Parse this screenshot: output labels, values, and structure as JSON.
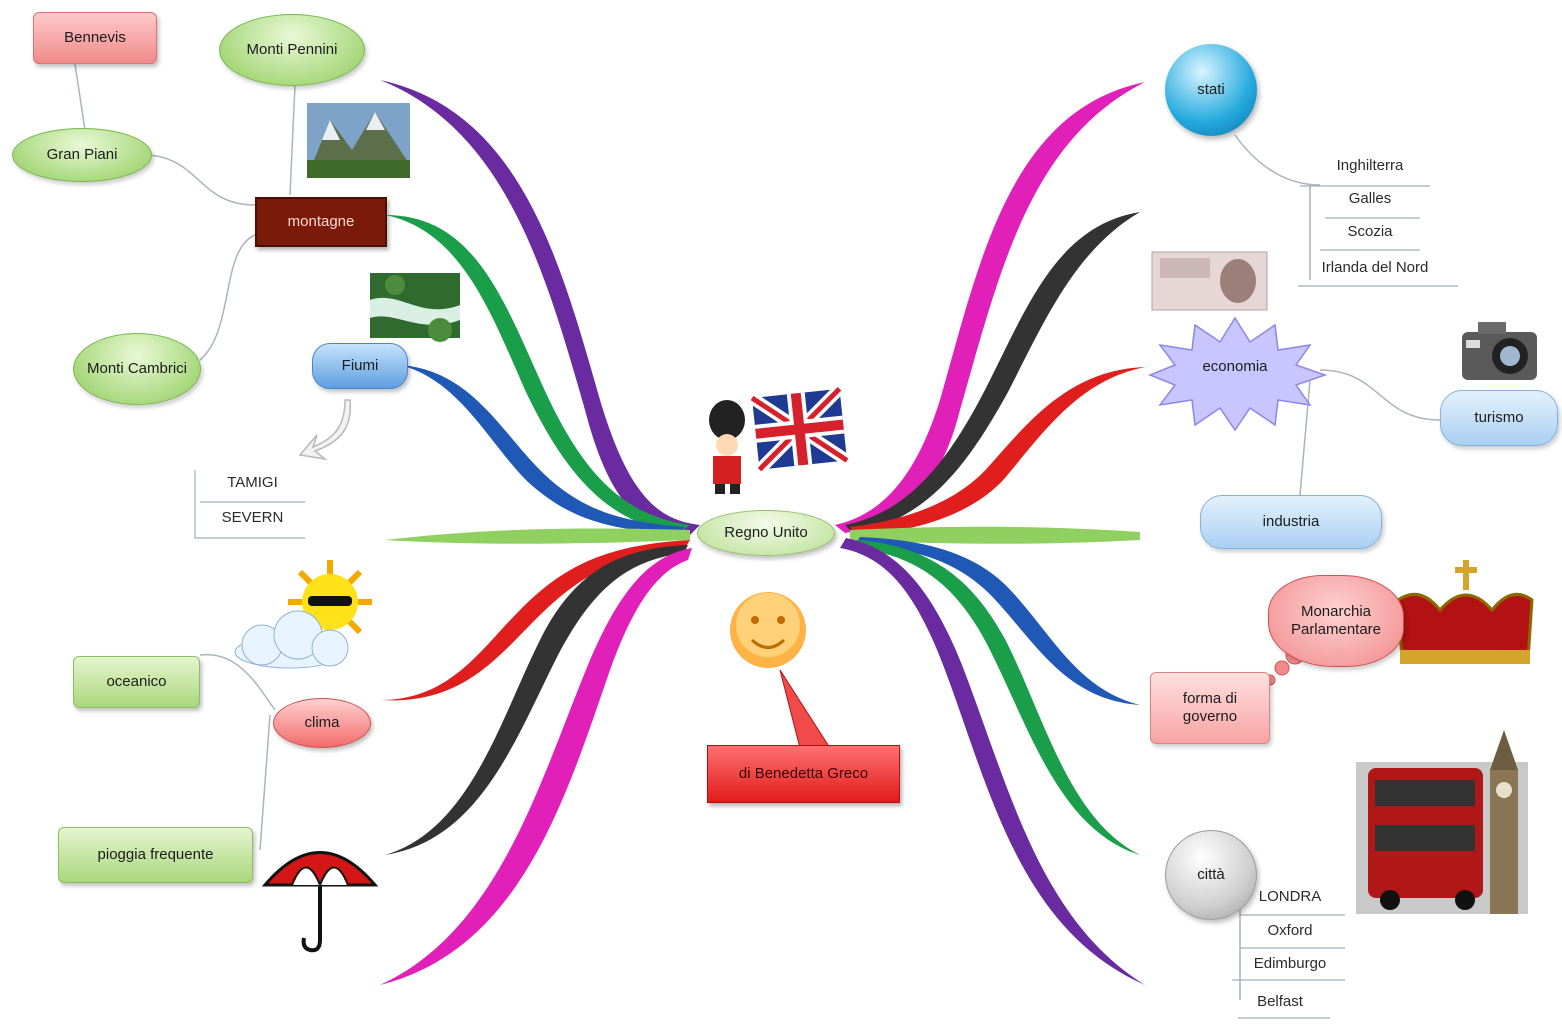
{
  "center": {
    "label": "Regno Unito"
  },
  "author": {
    "label": "di Benedetta Greco"
  },
  "mountains": {
    "label": "montagne",
    "children": [
      "Monti Pennini",
      "Gran Piani",
      "Monti Cambrici"
    ],
    "extra": "Bennevis"
  },
  "rivers": {
    "label": "Fiumi",
    "items": [
      "TAMIGI",
      "SEVERN"
    ]
  },
  "climate": {
    "label": "clima",
    "children": [
      "oceanico",
      "pioggia frequente"
    ]
  },
  "states": {
    "label": "stati",
    "items": [
      "Inghilterra",
      "Galles",
      "Scozia",
      "Irlanda del Nord"
    ]
  },
  "economy": {
    "label": "economia",
    "children": [
      "turismo",
      "industria"
    ]
  },
  "government": {
    "label": "forma di governo",
    "callout": "Monarchia Parlamentare"
  },
  "cities": {
    "label": "città",
    "items": [
      "LONDRA",
      "Oxford",
      "Edimburgo",
      "Belfast"
    ]
  },
  "icons": [
    "mountain-photo",
    "river-photo",
    "guard-figure",
    "uk-flag",
    "smiley-face",
    "sun-cloud-icon",
    "umbrella-icon",
    "banknote-photo",
    "camera-icon",
    "crown-icon",
    "london-bus-photo"
  ],
  "colors": {
    "purple": "#6a2aa0",
    "green": "#1a9e4a",
    "blue": "#1f58b5",
    "magenta": "#e020b8",
    "black": "#333333",
    "red": "#e01e1e",
    "lightgreen": "#8fd060"
  }
}
